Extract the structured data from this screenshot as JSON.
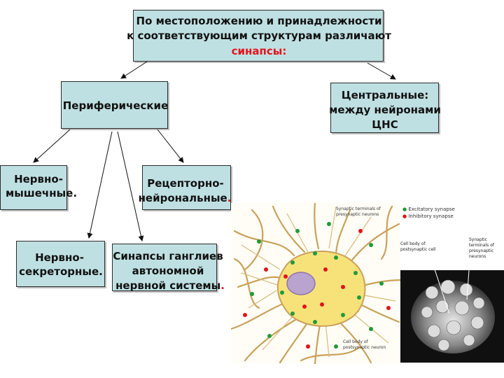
{
  "title": {
    "line1": "По местоположению и принадлежности",
    "line2": "к соответствующим структурам различают",
    "line3": "синапсы:"
  },
  "peripheral": {
    "label": "Периферические"
  },
  "central": {
    "line1": "Центральные:",
    "line2": "между нейронами",
    "line3": "ЦНС"
  },
  "neuromuscular": {
    "line1": "Нервно-",
    "line2": "мышечные."
  },
  "receptor": {
    "line1": "Рецепторно-",
    "line2": "нейрональные",
    "dot": "."
  },
  "neurosecretory": {
    "line1": "Нервно-",
    "line2": "секреторные."
  },
  "ganglia": {
    "line1": "Синапсы ганглиев",
    "line2": "автономной",
    "line3": "нервной системы",
    "dot": "."
  },
  "illustration": {
    "legend_terminals": "Synaptic terminals of presynaptic neurons",
    "legend_excitatory": "Excitatory synapse",
    "legend_inhibitory": "Inhibitory synapse",
    "cell_body_label": "Cell body of postsynaptic neuron",
    "micro_cell_label": "Cell body of postsynaptic cell",
    "micro_terminals_label": "Synaptic terminals of presynaptic neurons"
  },
  "colors": {
    "box_fill": "#bfe0e2",
    "accent_red": "#e3121b",
    "excitatory": "#1f9a3a",
    "inhibitory": "#e3121b"
  }
}
